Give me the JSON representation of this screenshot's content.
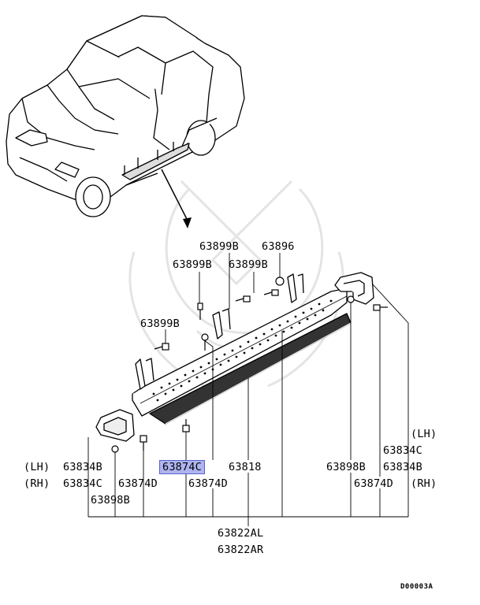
{
  "diagram_code": "D00003A",
  "highlight_color": "#aeb4f0",
  "side_lh": "(LH)",
  "side_rh": "(RH)",
  "parts": {
    "p_63899b_top": "63899B",
    "p_63896": "63896",
    "p_63899b_left": "63899B",
    "p_63899b_right": "63899B",
    "p_63899b_mid": "63899B",
    "p_63834b_l": "63834B",
    "p_63834c_l": "63834C",
    "p_63898b_l": "63898B",
    "p_63874c": "63874C",
    "p_63874d_l": "63874D",
    "p_63874d_m": "63874D",
    "p_63818": "63818",
    "p_63898b_r": "63898B",
    "p_63834c_r": "63834C",
    "p_63834b_r": "63834B",
    "p_63874d_r": "63874D",
    "p_63822al": "63822AL",
    "p_63822ar": "63822AR"
  }
}
